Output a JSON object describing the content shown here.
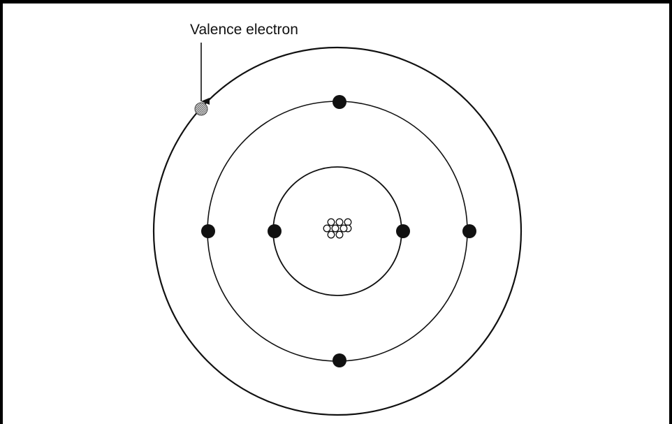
{
  "diagram": {
    "annotation_label": "Valence electron",
    "colors": {
      "ink": "#111111",
      "background": "#ffffff",
      "valence_fill": "#bdbdbd"
    },
    "shells": [
      {
        "name": "inner-shell",
        "electron_count": 2
      },
      {
        "name": "middle-shell",
        "electron_count": 4
      },
      {
        "name": "outer-shell",
        "electron_count": 1
      }
    ],
    "nucleus_particle_count": 9
  }
}
